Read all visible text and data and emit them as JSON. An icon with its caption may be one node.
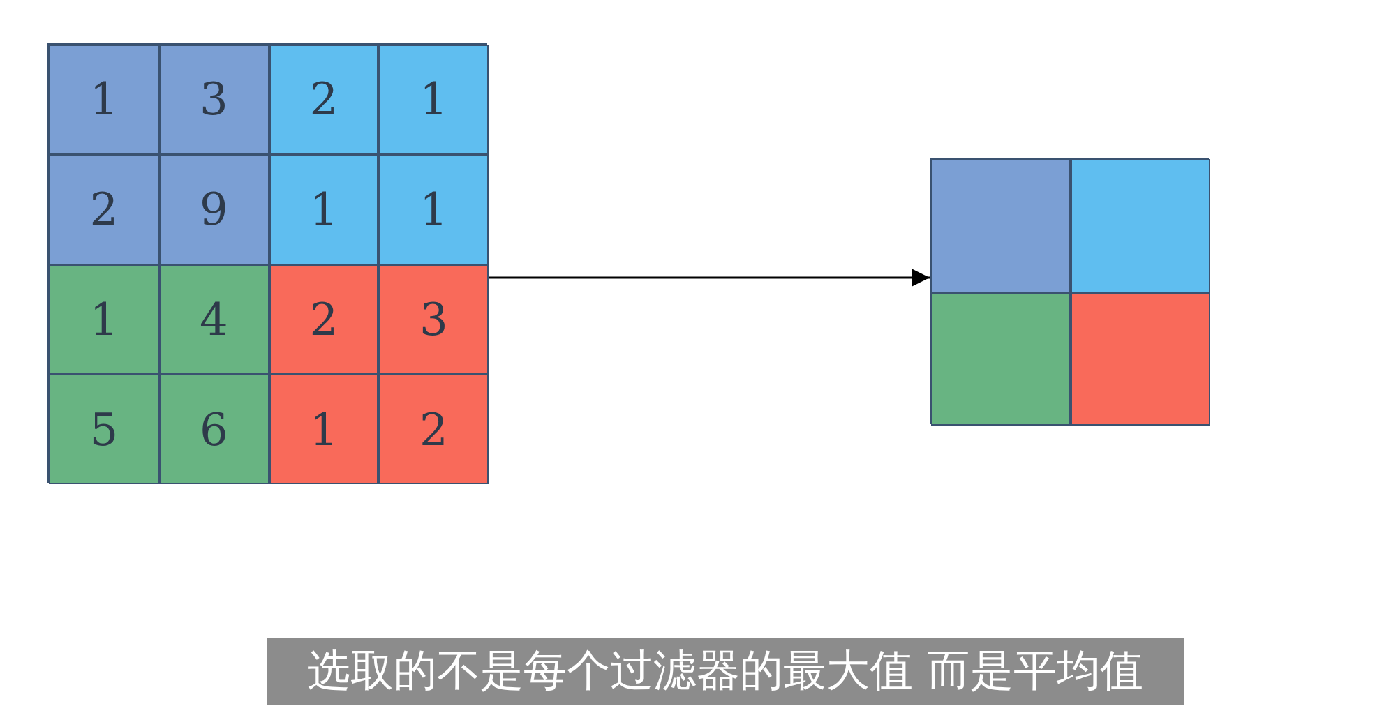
{
  "diagram": {
    "caption": "选取的不是每个过滤器的最大值 而是平均值",
    "nodes": [
      {
        "text": [],
        "shape": "box"
      },
      {
        "text": [
          "1"
        ],
        "in": 0
      },
      {
        "text": [
          "3"
        ],
        "in": 0
      },
      {
        "text": [
          "2"
        ],
        "in": 0
      },
      {
        "text": [
          "1"
        ],
        "in": 0
      },
      {
        "text": [
          "2"
        ],
        "in": 0
      },
      {
        "text": [
          "9"
        ],
        "in": 0
      },
      {
        "text": [
          "1"
        ],
        "in": 0
      },
      {
        "text": [
          "1"
        ],
        "in": 0
      },
      {
        "text": [
          "1"
        ],
        "in": 0
      },
      {
        "text": [
          "4"
        ],
        "in": 0
      },
      {
        "text": [
          "2"
        ],
        "in": 0
      },
      {
        "text": [
          "3"
        ],
        "in": 0
      },
      {
        "text": [
          "5"
        ],
        "in": 0
      },
      {
        "text": [
          "6"
        ],
        "in": 0
      },
      {
        "text": [
          "1"
        ],
        "in": 0
      },
      {
        "text": [
          "2"
        ],
        "in": 0
      },
      {
        "text": [],
        "shape": "box"
      },
      {
        "text": [],
        "shape": "box",
        "in": 17
      },
      {
        "text": [],
        "shape": "box",
        "in": 17
      },
      {
        "text": [],
        "shape": "box",
        "in": 17
      },
      {
        "text": [],
        "shape": "box",
        "in": 17
      }
    ],
    "edges": [
      {
        "from": 0,
        "to": 17,
        "arrow": "to"
      }
    ]
  }
}
